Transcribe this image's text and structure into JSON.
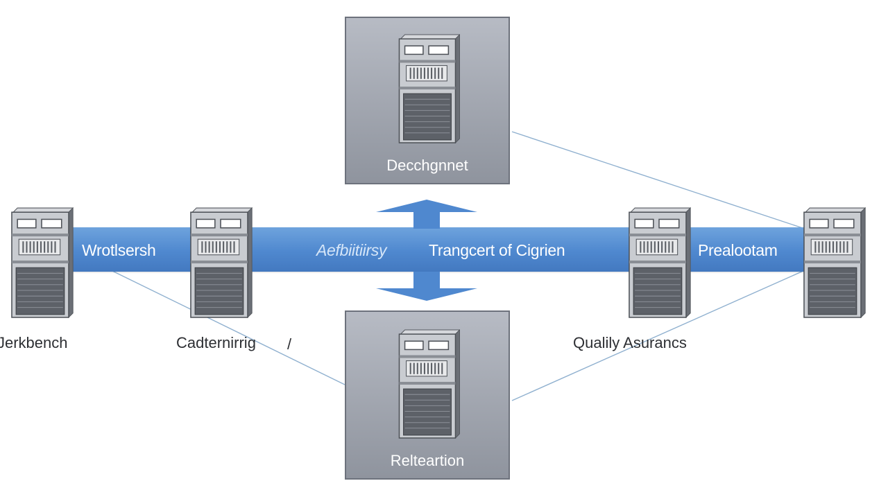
{
  "diagram": {
    "panels": {
      "top": {
        "label": "Decchgnnet",
        "icon": "server-icon"
      },
      "bottom": {
        "label": "Relteartion",
        "icon": "server-icon"
      }
    },
    "band": {
      "color": "#5b92d4",
      "left_label": "Wrotlsersh",
      "italic_label": "Aefbiitiirsy",
      "center_label": "Trangcert of Cigrien",
      "right_label": "Prealootam"
    },
    "captions": {
      "far_left": "Jerkbench",
      "left": "Cadternirrig",
      "left_mark": "/",
      "right": "Qualily Asurancs"
    },
    "arrows": {
      "up": "arrow-up-icon",
      "down": "arrow-down-icon"
    },
    "colors": {
      "band": "#5b92d4",
      "panel": "#a3a7b0",
      "connector": "#8fb0cf",
      "caption": "#2d2f33"
    }
  }
}
